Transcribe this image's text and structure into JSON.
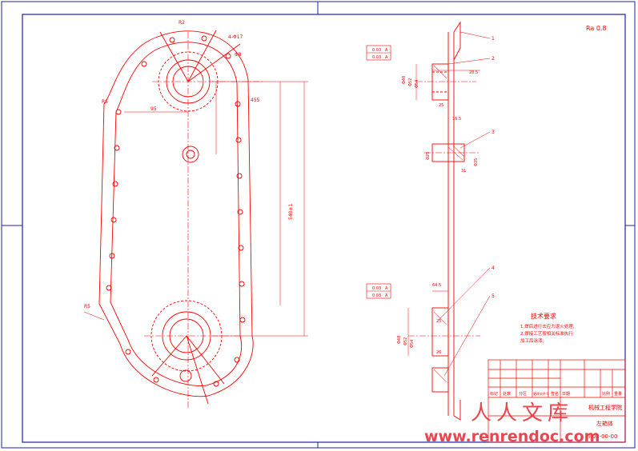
{
  "drawing": {
    "corner_mark": "Ra 0.8",
    "front_view": {
      "dims": [
        "R2",
        "4-Φ17",
        "Φ8",
        "R5",
        "95",
        "R5",
        "455"
      ],
      "center_distance": "540±1"
    },
    "section_view": {
      "dims_top": [
        "28.5",
        "Φ40",
        "Φ52",
        "Φ54",
        "16.5",
        "25"
      ],
      "dims_mid": [
        "31",
        "Φ25",
        "Φ35"
      ],
      "dims_low": [
        "64.5",
        "Φ48",
        "Φ52",
        "Φ54",
        "26",
        "25"
      ],
      "balloons": [
        "1",
        "2",
        "3",
        "4",
        "5"
      ],
      "tol_top": [
        "0.03",
        "A",
        "0.03",
        "A"
      ],
      "tol_low": [
        "0.03",
        "A",
        "0.03",
        "A"
      ]
    },
    "tech_req": {
      "title": "技术要求",
      "lines": [
        "1.焊后进行去应力退火处理,",
        "2.焊接工艺按相关标准执行",
        "加工后涂漆。"
      ]
    },
    "title_block": {
      "company": "机械工程学院",
      "part_name": "左箱体",
      "drawing_no": "JI-03-00-00",
      "headers": [
        "标记",
        "处数",
        "分区",
        "更改文件号",
        "签名",
        "日期"
      ],
      "scale_label": "比例",
      "mass_label": "重量"
    }
  },
  "watermark": {
    "cn": "人人文库",
    "url": "www.renrendoc.com"
  },
  "colors": {
    "line": "#ff0000",
    "frame": "#1f1fb0",
    "watermark": "#e8323a"
  }
}
